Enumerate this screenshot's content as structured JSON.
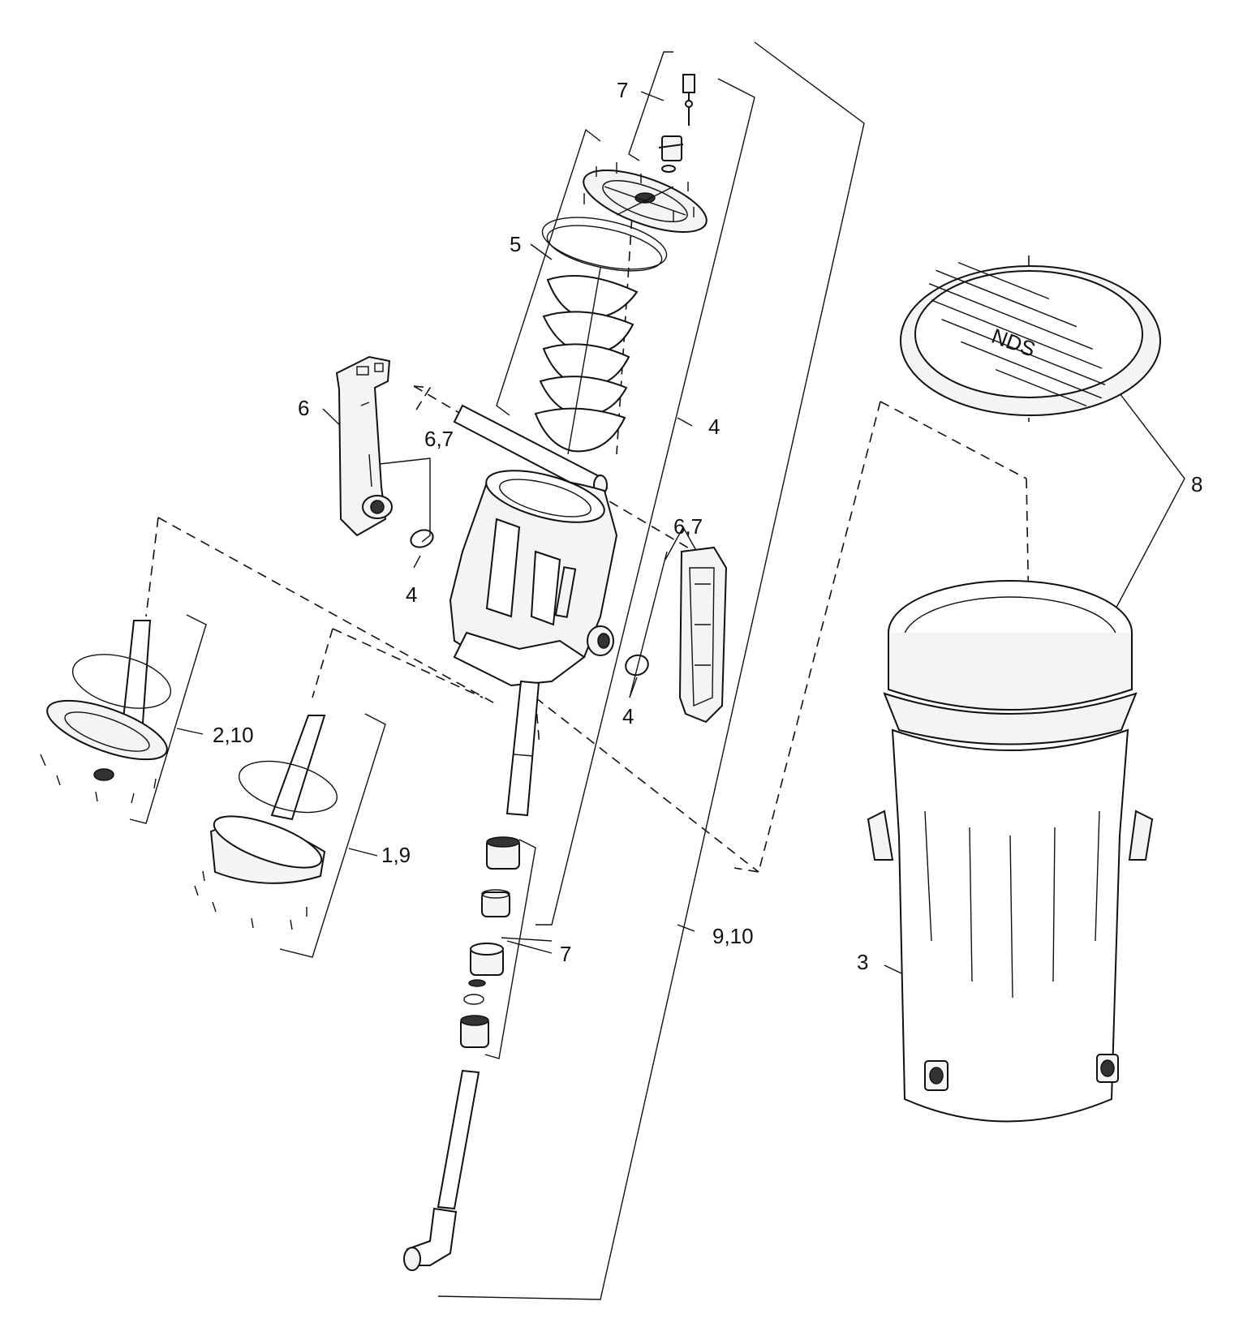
{
  "diagram": {
    "type": "exploded-parts-view",
    "callouts": {
      "c1": "7",
      "c2": "5",
      "c3": "4",
      "c4": "6",
      "c5": "6,7",
      "c6": "6,7",
      "c7": "4",
      "c8": "4",
      "c9": "8",
      "c10": "2,10",
      "c11": "1,9",
      "c12": "9,10",
      "c13": "7",
      "c14": "3"
    },
    "logo_text": "NDS"
  }
}
